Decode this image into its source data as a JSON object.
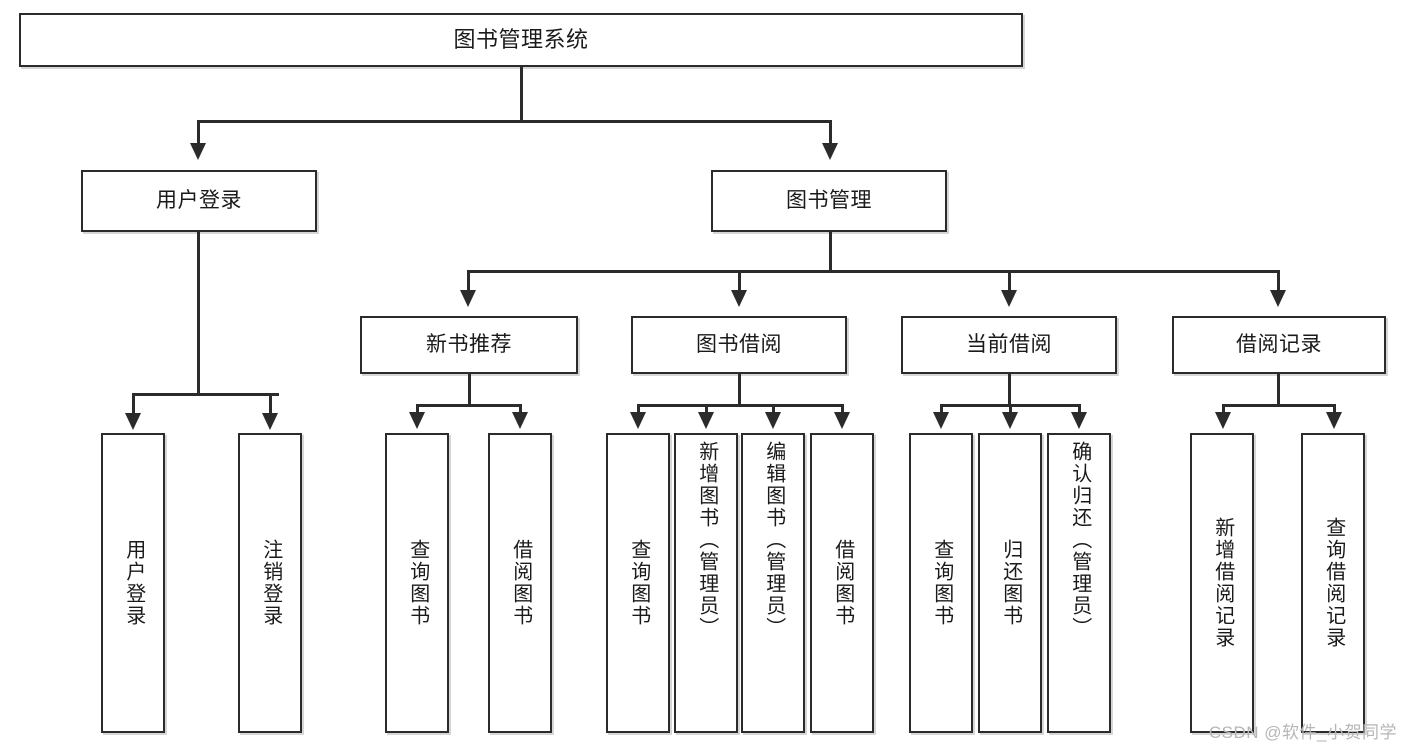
{
  "diagram": {
    "title": "图书管理系统",
    "type": "hierarchy-tree",
    "level2": [
      {
        "id": "user-login",
        "label": "用户登录"
      },
      {
        "id": "book-management",
        "label": "图书管理"
      }
    ],
    "level3": [
      {
        "id": "new-book-recommend",
        "label": "新书推荐"
      },
      {
        "id": "book-borrow",
        "label": "图书借阅"
      },
      {
        "id": "current-borrow",
        "label": "当前借阅"
      },
      {
        "id": "borrow-record",
        "label": "借阅记录"
      }
    ],
    "leaves": {
      "user_login": [
        {
          "id": "leaf-user-login",
          "label": "用户登录"
        },
        {
          "id": "leaf-logout",
          "label": "注销登录"
        }
      ],
      "new_book_recommend": [
        {
          "id": "leaf-query-book-1",
          "label": "查询图书"
        },
        {
          "id": "leaf-borrow-book-1",
          "label": "借阅图书"
        }
      ],
      "book_borrow": [
        {
          "id": "leaf-query-book-2",
          "label": "查询图书"
        },
        {
          "id": "leaf-add-book",
          "label": "新增图书（管理员）"
        },
        {
          "id": "leaf-edit-book",
          "label": "编辑图书（管理员）"
        },
        {
          "id": "leaf-borrow-book-2",
          "label": "借阅图书"
        }
      ],
      "current_borrow": [
        {
          "id": "leaf-query-book-3",
          "label": "查询图书"
        },
        {
          "id": "leaf-return-book",
          "label": "归还图书"
        },
        {
          "id": "leaf-confirm-return",
          "label": "确认归还（管理员）"
        }
      ],
      "borrow_record": [
        {
          "id": "leaf-add-record",
          "label": "新增借阅记录"
        },
        {
          "id": "leaf-query-record",
          "label": "查询借阅记录"
        }
      ]
    }
  },
  "watermark": {
    "text": "CSDN @软件_小贺同学"
  },
  "colors": {
    "border": "#2b2b2b",
    "background": "#ffffff",
    "text": "#1a1a1a",
    "watermark": "#b6b6b6"
  }
}
